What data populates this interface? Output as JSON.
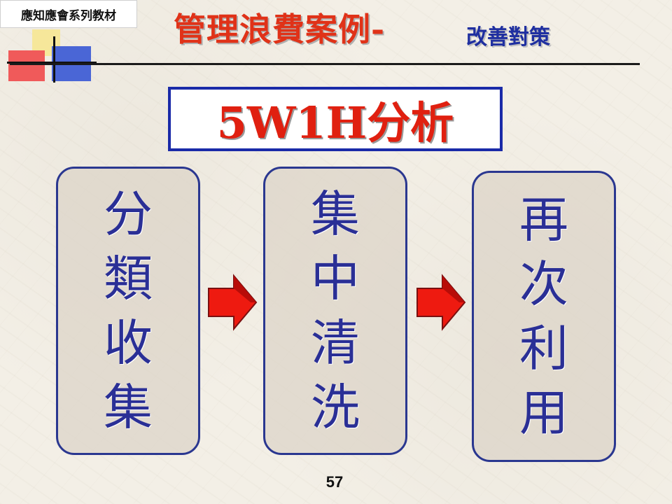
{
  "header": {
    "series_tag": "應知應會系列教材",
    "title_main": "管理浪費案例-",
    "title_sub": "改善對策"
  },
  "analysis_box": {
    "label": "5W1H分析"
  },
  "steps": [
    {
      "chars": [
        "分",
        "類",
        "收",
        "集"
      ]
    },
    {
      "chars": [
        "集",
        "中",
        "清",
        "洗"
      ]
    },
    {
      "chars": [
        "再",
        "次",
        "利",
        "用"
      ]
    }
  ],
  "footer": {
    "page_number": "57"
  },
  "colors": {
    "title_red": "#e03218",
    "title_blue": "#1f2fa0",
    "box_border": "#1a2aa8",
    "step_text": "#2a2f96",
    "arrow_red": "#ee1a10"
  },
  "icons": [
    "logo-cross-icon",
    "right-arrow-icon"
  ]
}
